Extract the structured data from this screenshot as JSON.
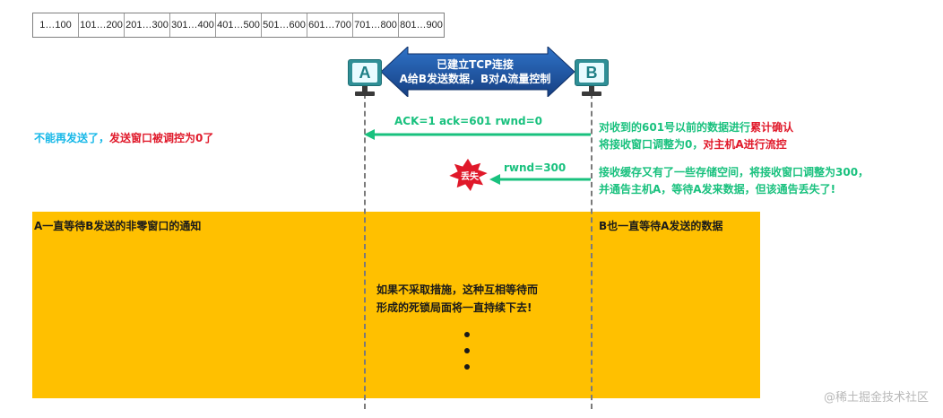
{
  "sequence_ranges": [
    "1…100",
    "101…200",
    "201…300",
    "301…400",
    "401…500",
    "501…600",
    "601…700",
    "701…800",
    "801…900"
  ],
  "hosts": {
    "a": "A",
    "b": "B"
  },
  "banner": {
    "line1": "已建立TCP连接",
    "line2": "A给B发送数据，B对A流量控制"
  },
  "segment1": {
    "label": "ACK=1   ack=601   rwnd=0"
  },
  "segment2": {
    "label": "rwnd=300",
    "lost_badge": "丢失"
  },
  "notes": {
    "a_stop": "不能再发送了，",
    "a_window": "发送窗口被调控为0了",
    "b_ack_prefix": "对收到的601号以前的数据进行",
    "b_ack_highlight": "累计确认",
    "b_flow_prefix": "将接收窗口调整为0，",
    "b_flow_highlight": "对主机A进行流控",
    "b_buffer_line1": "接收缓存又有了一些存储空间，将接收窗口调整为300，",
    "b_buffer_line2": "并通告主机A，等待A发来数据，但该通告丢失了!"
  },
  "deadlock": {
    "a_wait": "A一直等待B发送的非零窗口的通知",
    "b_wait": "B也一直等待A发送的数据",
    "line1": "如果不采取措施，这种互相等待而",
    "line2": "形成的死锁局面将一直持续下去!"
  },
  "watermark": "@稀土掘金技术社区",
  "colors": {
    "green": "#19c17e",
    "cyan": "#17b8e8",
    "red": "#e0192a",
    "orange": "#ffc000",
    "banner_blue": "#1e5aa8",
    "host_teal": "#2f8f96"
  }
}
